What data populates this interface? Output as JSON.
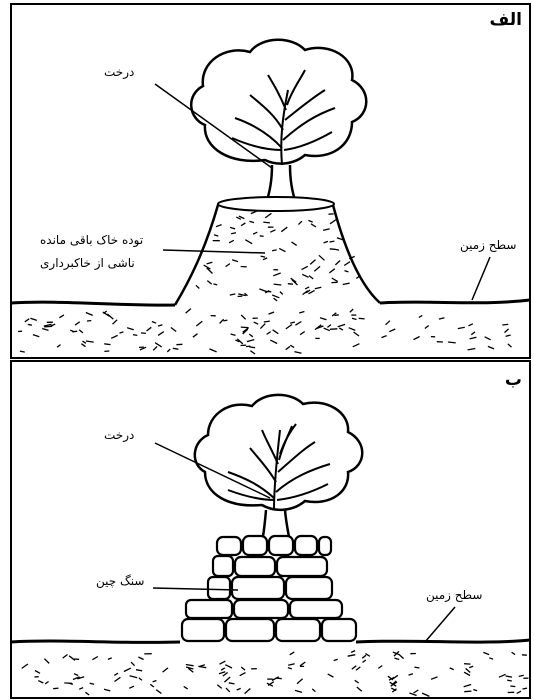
{
  "panel_a": {
    "letter": "الف",
    "labels": {
      "tree": "درخت",
      "mound_line1": "توده خاک باقی مانده",
      "mound_line2": "ناشی از خاکبرداری",
      "ground": "سطح زمین"
    }
  },
  "panel_b": {
    "letter": "ب",
    "labels": {
      "tree": "درخت",
      "stone": "سنگ چین",
      "ground": "سطح زمین"
    }
  },
  "colors": {
    "ink": "#000000",
    "paper": "#ffffff"
  }
}
